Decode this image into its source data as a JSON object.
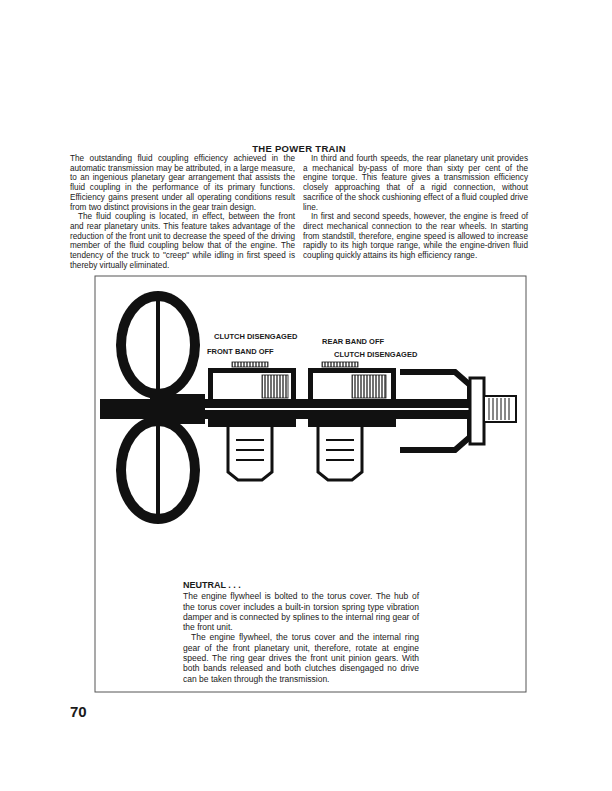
{
  "diagram": {
    "title": "THE POWER TRAIN",
    "labels": [
      "The outstanding fluid coupling efficiency achieved in the automatic transmission may be attributed, in a large measure, to an ingenious planetary gear arrangement that assists the fluid coupling in the performance of its primary functions. Efficiency gains present under all operating conditions result from two distinct provisions in the gear train design.",
      "The fluid coupling is located, in effect, between the front and rear planetary units. This feature takes advantage of the reduction of the front unit to decrease the speed of the driving member of the fluid coupling below that of the engine. The tendency of the truck to \"creep\" while idling in first speed is thereby virtually eliminated.",
      "In third and fourth speeds, the rear planetary unit provides a mechanical by-pass of more than sixty per cent of the engine torque. This feature gives a transmission efficiency closely approaching that of a rigid connection, without sacrifice of the shock cushioning effect of a fluid coupled drive line.",
      "In first and second speeds, however, the engine is freed of direct mechanical connection to the rear wheels. In starting from standstill, therefore, engine speed is allowed to increase rapidly to its high torque range, while the engine-driven fluid coupling quickly attains its high efficiency range.",
      "CLUTCH DISENGAGED",
      "FRONT BAND OFF",
      "REAR BAND OFF",
      "CLUTCH DISENGAGED",
      "NEUTRAL . . .",
      "The engine flywheel is bolted to the torus cover. The hub of the torus cover includes a built-in torsion spring type vibration damper and is connected by splines to the internal ring gear of the front unit.",
      "The engine flywheel, the torus cover and the internal ring gear of the front planetary unit, therefore, rotate at engine speed. The ring gear drives the front unit pinion gears. With both bands released and both clutches disengaged no drive can be taken through the transmission.",
      "70"
    ]
  }
}
